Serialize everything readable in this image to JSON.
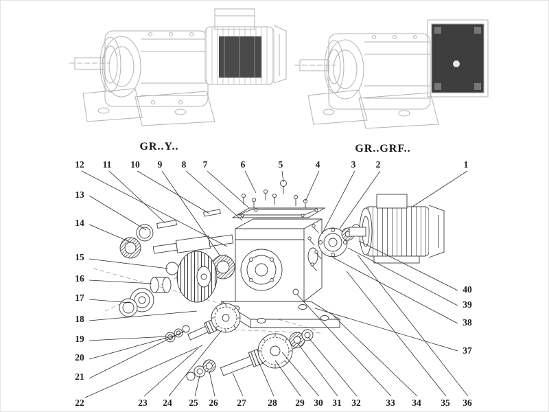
{
  "variants": {
    "left": "GR..Y..",
    "right": "GR..GRF.."
  },
  "callouts": [
    "1",
    "2",
    "3",
    "4",
    "5",
    "6",
    "7",
    "8",
    "9",
    "10",
    "11",
    "12",
    "13",
    "14",
    "15",
    "16",
    "17",
    "18",
    "19",
    "20",
    "21",
    "22",
    "23",
    "24",
    "25",
    "26",
    "27",
    "28",
    "29",
    "30",
    "31",
    "32",
    "33",
    "34",
    "35",
    "36",
    "37",
    "38",
    "39",
    "40"
  ],
  "colors": {
    "ink": "#1c1c1c",
    "part_line": "#3a3a3a",
    "faded_line": "#b4b4b4",
    "dark_fill": "#424242"
  }
}
